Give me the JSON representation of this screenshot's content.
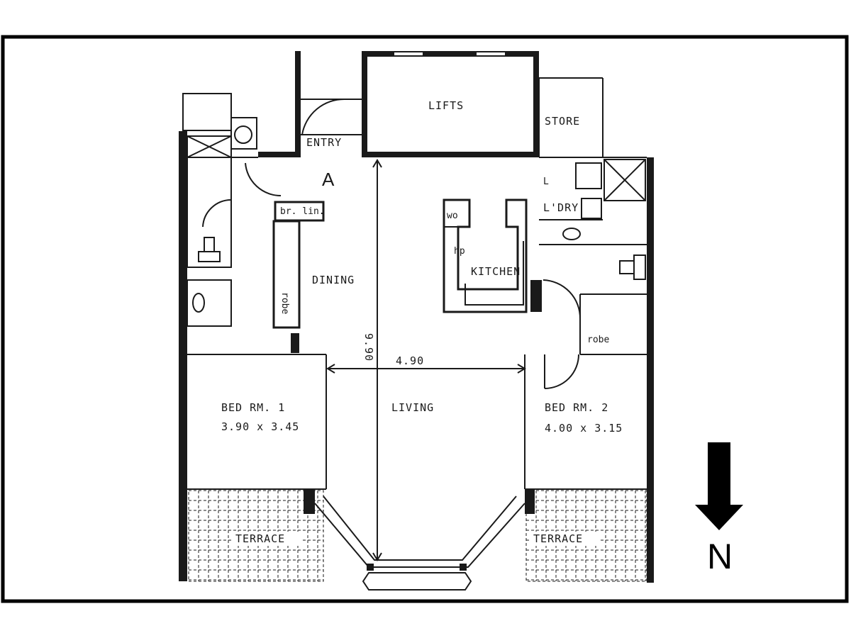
{
  "plan": {
    "labels": {
      "lifts": "LIFTS",
      "store": "STORE",
      "entry": "ENTRY",
      "unit": "A",
      "linen": "br. lin.",
      "laundry": "L'DRY",
      "dining": "DINING",
      "kitchen": "KITCHEN",
      "wo": "wo",
      "hp": "hp",
      "robe_left": "robe",
      "robe_right": "robe",
      "living": "LIVING",
      "bed1": "BED RM. 1",
      "bed1_dims": "3.90 x 3.45",
      "bed2": "BED RM. 2",
      "bed2_dims": "4.00 x 3.15",
      "terrace_left": "TERRACE",
      "terrace_right": "TERRACE",
      "dim_width": "4.90",
      "dim_depth": "9.90",
      "laundry_l": "L"
    },
    "compass": {
      "label": "N",
      "arrow_direction": "down"
    }
  }
}
